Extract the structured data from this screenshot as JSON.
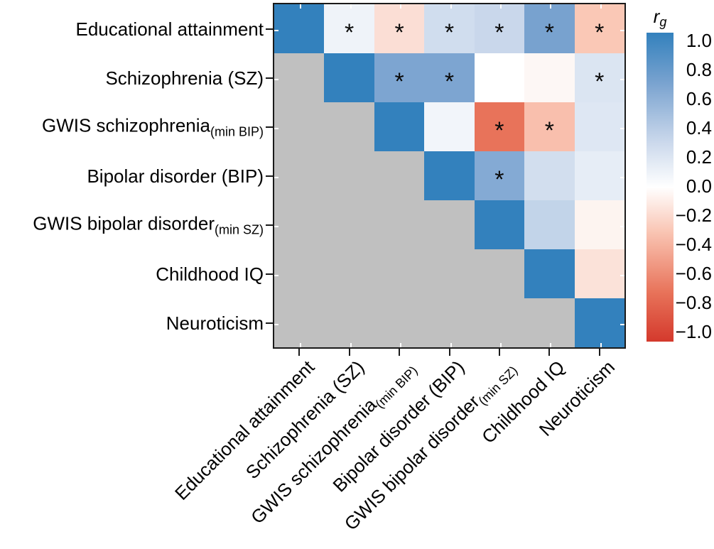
{
  "chart_data": {
    "type": "heatmap",
    "matrix_shape": "upper-triangle",
    "significance_marker": "*",
    "masked_lower_triangle_color": "#c0c0c0",
    "diagonal_color": "#3381bd",
    "variables": [
      {
        "label": "Educational attainment",
        "sub": ""
      },
      {
        "label": "Schizophrenia (SZ)",
        "sub": ""
      },
      {
        "label": "GWIS schizophrenia",
        "sub": "(min BIP)"
      },
      {
        "label": "Bipolar disorder (BIP)",
        "sub": ""
      },
      {
        "label": "GWIS bipolar disorder",
        "sub": "(min SZ)"
      },
      {
        "label": "Childhood IQ",
        "sub": ""
      },
      {
        "label": "Neuroticism",
        "sub": ""
      }
    ],
    "colorbar": {
      "title_main": "r",
      "title_sub": "g",
      "max": 1.0,
      "min": -1.0,
      "ticks": [
        "1.0",
        "0.8",
        "0.6",
        "0.4",
        "0.2",
        "0.0",
        "−0.2",
        "−0.4",
        "−0.6",
        "−0.8",
        "−1.0"
      ],
      "gradient_colors": [
        "#3381bd",
        "#78a2cf",
        "#c9d7eb",
        "#ffffff",
        "#f9c3b1",
        "#e8735a",
        "#d4392c"
      ],
      "gradient_stops": [
        0,
        16,
        35,
        50,
        65,
        84,
        100
      ]
    },
    "cells": [
      {
        "row": 0,
        "col": 0,
        "value": 1.0,
        "color": "#3381bd",
        "significant": false
      },
      {
        "row": 0,
        "col": 1,
        "value": 0.09,
        "color": "#eff3f9",
        "significant": true
      },
      {
        "row": 0,
        "col": 2,
        "value": -0.17,
        "color": "#fbded5",
        "significant": true
      },
      {
        "row": 0,
        "col": 3,
        "value": 0.25,
        "color": "#d0ddee",
        "significant": true
      },
      {
        "row": 0,
        "col": 4,
        "value": 0.29,
        "color": "#c9d7eb",
        "significant": true
      },
      {
        "row": 0,
        "col": 5,
        "value": 0.68,
        "color": "#78a2cf",
        "significant": true
      },
      {
        "row": 0,
        "col": 6,
        "value": -0.28,
        "color": "#fac8b6",
        "significant": true
      },
      {
        "row": 1,
        "col": 1,
        "value": 1.0,
        "color": "#3381bd",
        "significant": false
      },
      {
        "row": 1,
        "col": 2,
        "value": 0.66,
        "color": "#7da5d1",
        "significant": true
      },
      {
        "row": 1,
        "col": 3,
        "value": 0.66,
        "color": "#7da5d1",
        "significant": true
      },
      {
        "row": 1,
        "col": 4,
        "value": 0.0,
        "color": "#ffffff",
        "significant": false
      },
      {
        "row": 1,
        "col": 5,
        "value": -0.03,
        "color": "#fdf7f5",
        "significant": false
      },
      {
        "row": 1,
        "col": 6,
        "value": 0.17,
        "color": "#dbe5f2",
        "significant": true
      },
      {
        "row": 2,
        "col": 2,
        "value": 1.0,
        "color": "#3381bd",
        "significant": false
      },
      {
        "row": 2,
        "col": 3,
        "value": 0.05,
        "color": "#f2f5fa",
        "significant": false
      },
      {
        "row": 2,
        "col": 4,
        "value": -0.7,
        "color": "#e8735a",
        "significant": true
      },
      {
        "row": 2,
        "col": 5,
        "value": -0.32,
        "color": "#f9bfad",
        "significant": true
      },
      {
        "row": 2,
        "col": 6,
        "value": 0.15,
        "color": "#dee7f3",
        "significant": false
      },
      {
        "row": 3,
        "col": 3,
        "value": 1.0,
        "color": "#3381bd",
        "significant": false
      },
      {
        "row": 3,
        "col": 4,
        "value": 0.61,
        "color": "#84aad4",
        "significant": true
      },
      {
        "row": 3,
        "col": 5,
        "value": 0.2,
        "color": "#d2deee",
        "significant": false
      },
      {
        "row": 3,
        "col": 6,
        "value": 0.11,
        "color": "#e6edf6",
        "significant": false
      },
      {
        "row": 4,
        "col": 4,
        "value": 1.0,
        "color": "#3381bd",
        "significant": false
      },
      {
        "row": 4,
        "col": 5,
        "value": 0.28,
        "color": "#c2d4e9",
        "significant": false
      },
      {
        "row": 4,
        "col": 6,
        "value": -0.05,
        "color": "#fdf4f0",
        "significant": false
      },
      {
        "row": 5,
        "col": 5,
        "value": 1.0,
        "color": "#3381bd",
        "significant": false
      },
      {
        "row": 5,
        "col": 6,
        "value": -0.14,
        "color": "#fbe2d9",
        "significant": false
      },
      {
        "row": 6,
        "col": 6,
        "value": 1.0,
        "color": "#3381bd",
        "significant": false
      }
    ]
  }
}
